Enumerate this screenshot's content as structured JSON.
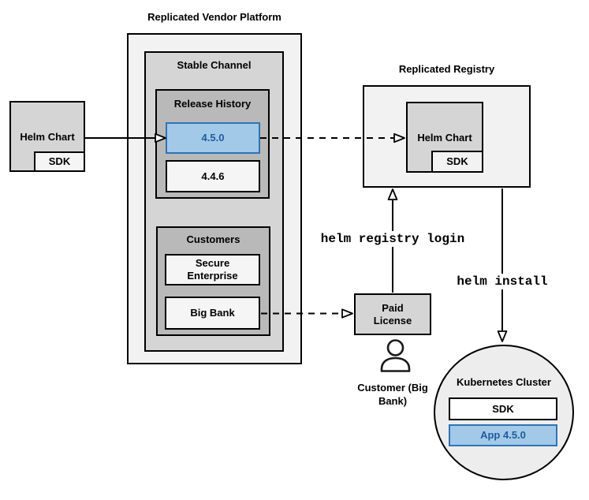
{
  "vendor_platform": {
    "title": "Replicated Vendor Platform",
    "stable_channel": {
      "title": "Stable Channel",
      "release_history": {
        "title": "Release History",
        "releases": [
          {
            "version": "4.5.0",
            "highlighted": true
          },
          {
            "version": "4.4.6",
            "highlighted": false
          }
        ]
      },
      "customers": {
        "title": "Customers",
        "items": [
          {
            "name": "Secure Enterprise"
          },
          {
            "name": "Big Bank"
          }
        ]
      }
    }
  },
  "source_helm_chart": {
    "label": "Helm Chart",
    "sdk": "SDK"
  },
  "registry": {
    "title": "Replicated Registry",
    "helm_chart": "Helm Chart",
    "sdk": "SDK"
  },
  "paid_license": {
    "label": "Paid License"
  },
  "customer": {
    "label": "Customer (Big Bank)",
    "icon": "person-icon"
  },
  "commands": {
    "registry_login": "helm registry login",
    "install": "helm install"
  },
  "cluster": {
    "title": "Kubernetes Cluster",
    "sdk": "SDK",
    "app": "App 4.5.0"
  },
  "colors": {
    "highlight_fill": "#a3c9e9",
    "highlight_border": "#2e75b6",
    "highlight_text": "#1e5c9e",
    "container_light": "#f2f2f2",
    "container_mid": "#d5d5d5",
    "container_dark": "#b9b9b9",
    "stroke": "#000000"
  }
}
